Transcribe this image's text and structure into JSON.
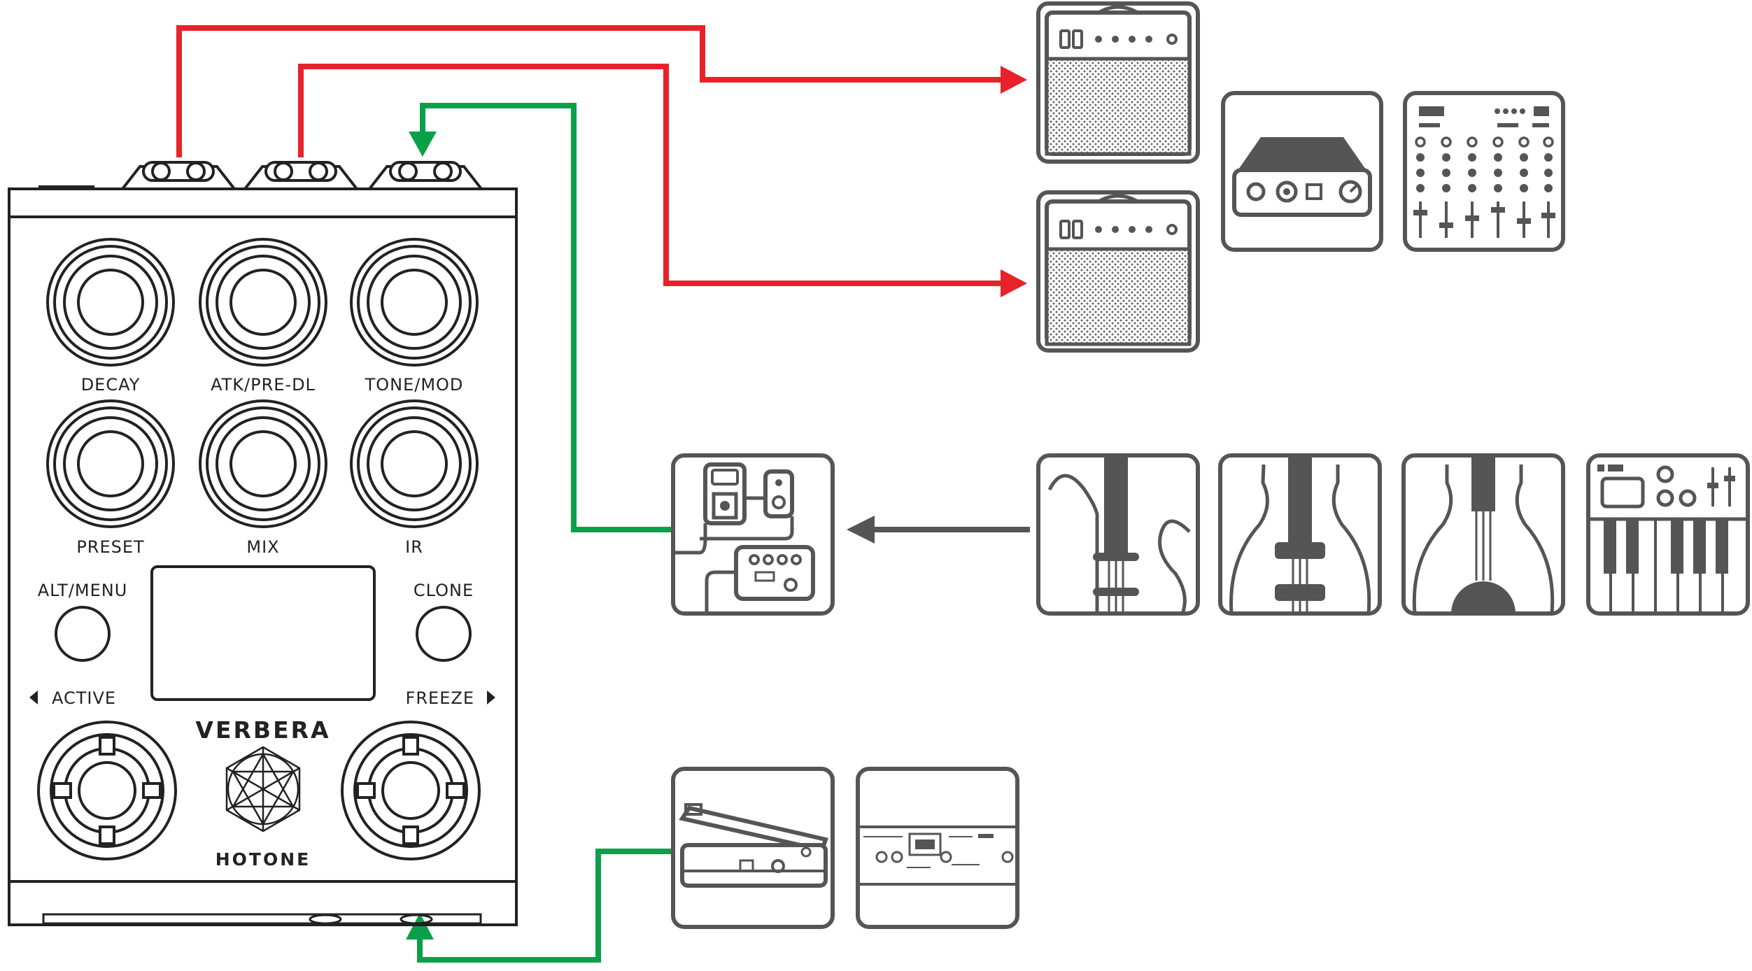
{
  "pedal": {
    "knobs": [
      "DECAY",
      "ATK/PRE-DL",
      "TONE/MOD",
      "PRESET",
      "MIX",
      "IR"
    ],
    "alt_menu": "ALT/MENU",
    "clone": "CLONE",
    "active": "ACTIVE",
    "freeze": "FREEZE",
    "model": "VERBERA",
    "brand": "HOTONE"
  },
  "colors": {
    "stereo_out": "#e8222a",
    "input": "#0aa04a",
    "instrument": "#555555",
    "pedal": "#222222"
  },
  "devices": {
    "outputs": [
      "amp-icon",
      "amp-icon",
      "audio-interface-icon",
      "mixer-icon"
    ],
    "fx_loop": "pedalboard-icon",
    "instruments": [
      "electric-guitar-icon",
      "acoustic-guitar-icon",
      "classical-guitar-icon",
      "keyboard-icon"
    ],
    "controllers": [
      "expression-pedal-icon",
      "footswitch-controller-icon"
    ]
  }
}
